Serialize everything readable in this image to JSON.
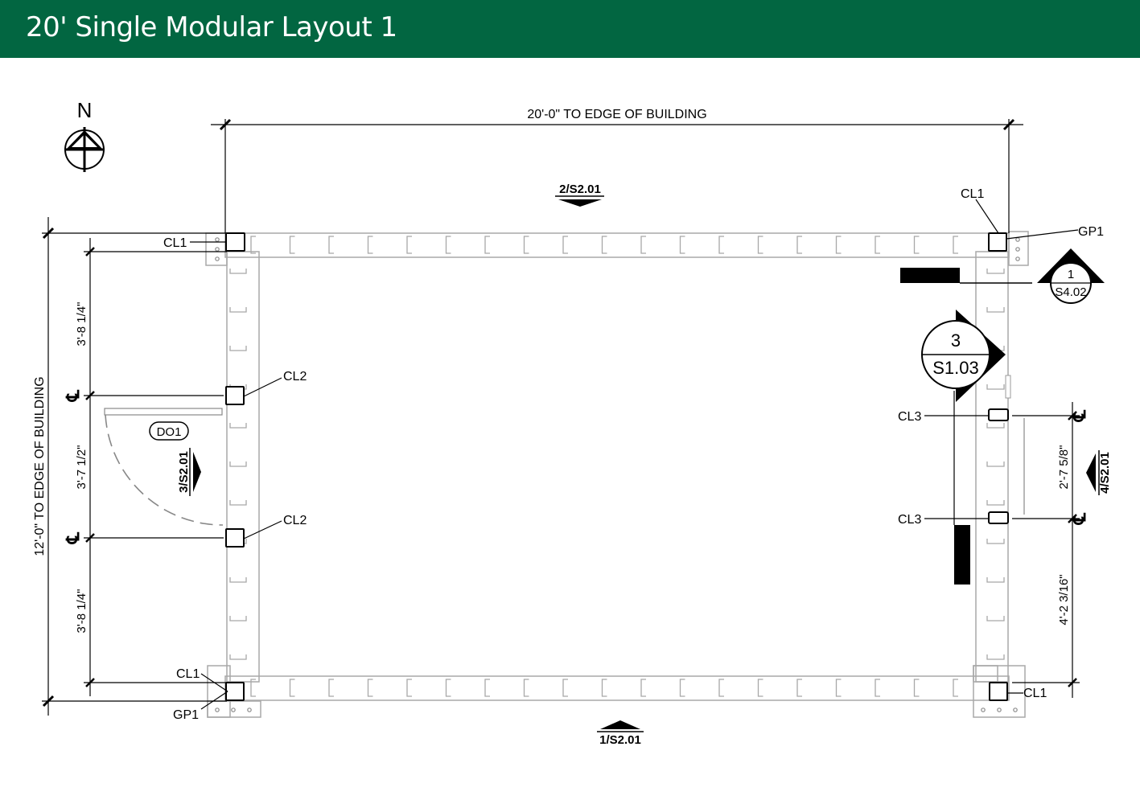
{
  "header": {
    "title": "20' Single Modular Layout 1",
    "color": "#026641"
  },
  "north_arrow": {
    "label": "N"
  },
  "dimensions": {
    "top": "20'-0\" TO EDGE OF BUILDING",
    "left": "12'-0\" TO EDGE OF BUILDING",
    "left_segments": [
      "3'-8 1/4\"",
      "3'-7 1/2\"",
      "3'-8 1/4\""
    ],
    "right_segments": [
      "2'-7 5/8\"",
      "4'-2 3/16\""
    ]
  },
  "section_markers": {
    "top": "2/S2.01",
    "bottom": "1/S2.01",
    "left": "3/S2.01",
    "right": "4/S2.01"
  },
  "detail_callouts": {
    "large": {
      "number": "3",
      "sheet": "S1.03"
    },
    "small": {
      "number": "1",
      "sheet": "S4.02"
    }
  },
  "door_tag": "DO1",
  "column_labels": {
    "cl1": "CL1",
    "cl2": "CL2",
    "cl3": "CL3",
    "gp1": "GP1"
  },
  "centerline_symbol": "℄",
  "colors": {
    "frame": "#a8a8a8",
    "ink": "#000000"
  }
}
